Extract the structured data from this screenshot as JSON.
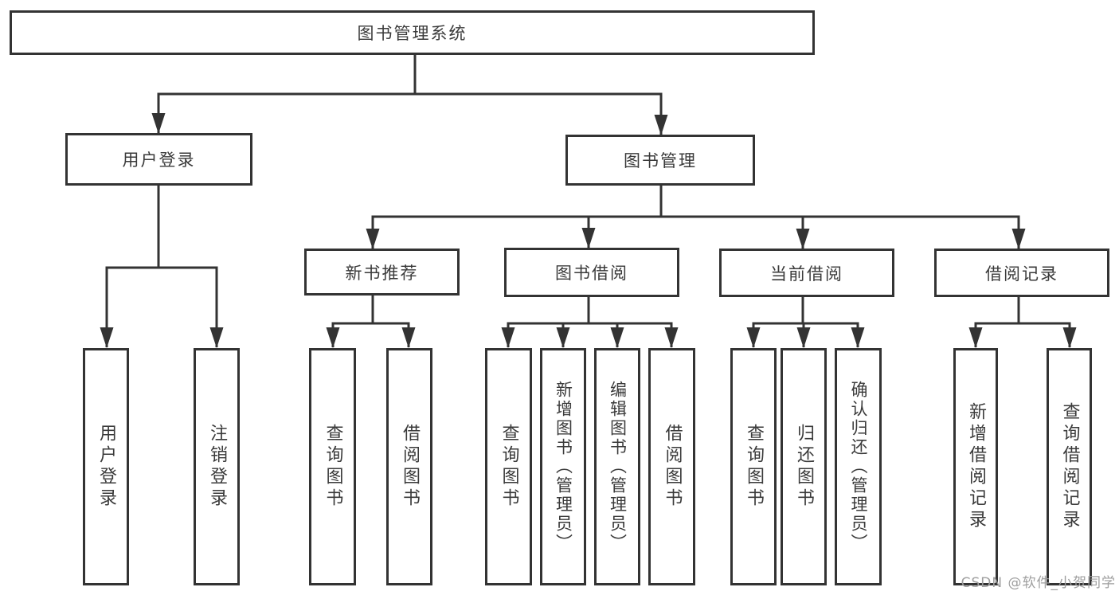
{
  "diagram": {
    "title": "图书管理系统",
    "type": "hierarchy-tree"
  },
  "nodes": {
    "root": {
      "label": "图书管理系统",
      "level": 1
    },
    "user_login": {
      "label": "用户登录",
      "level": 2
    },
    "book_management": {
      "label": "图书管理",
      "level": 2
    },
    "new_book_recommend": {
      "label": "新书推荐",
      "level": 3
    },
    "book_borrowing": {
      "label": "图书借阅",
      "level": 3
    },
    "current_borrowing": {
      "label": "当前借阅",
      "level": 3
    },
    "borrowing_records": {
      "label": "借阅记录",
      "level": 3
    },
    "leaf_user_login": {
      "label": "用户登录",
      "level": 4
    },
    "leaf_logout": {
      "label": "注销登录",
      "level": 4
    },
    "leaf_query_books_recommend": {
      "label": "查询图书",
      "level": 4
    },
    "leaf_borrow_books_recommend": {
      "label": "借阅图书",
      "level": 4
    },
    "leaf_query_books_borrowing": {
      "label": "查询图书",
      "level": 4
    },
    "leaf_add_books_admin": {
      "label": "新增图书（管理员）",
      "level": 4
    },
    "leaf_edit_books_admin": {
      "label": "编辑图书（管理员）",
      "level": 4
    },
    "leaf_borrow_books_borrowing": {
      "label": "借阅图书",
      "level": 4
    },
    "leaf_query_books_current": {
      "label": "查询图书",
      "level": 4
    },
    "leaf_return_books": {
      "label": "归还图书",
      "level": 4
    },
    "leaf_confirm_return_admin": {
      "label": "确认归还（管理员）",
      "level": 4
    },
    "leaf_add_borrow_record": {
      "label": "新增借阅记录",
      "level": 4
    },
    "leaf_query_borrow_record": {
      "label": "查询借阅记录",
      "level": 4
    }
  },
  "edges": [
    {
      "from": "root",
      "to": "user_login"
    },
    {
      "from": "root",
      "to": "book_management"
    },
    {
      "from": "user_login",
      "to": "leaf_user_login"
    },
    {
      "from": "user_login",
      "to": "leaf_logout"
    },
    {
      "from": "book_management",
      "to": "new_book_recommend"
    },
    {
      "from": "book_management",
      "to": "book_borrowing"
    },
    {
      "from": "book_management",
      "to": "current_borrowing"
    },
    {
      "from": "book_management",
      "to": "borrowing_records"
    },
    {
      "from": "new_book_recommend",
      "to": "leaf_query_books_recommend"
    },
    {
      "from": "new_book_recommend",
      "to": "leaf_borrow_books_recommend"
    },
    {
      "from": "book_borrowing",
      "to": "leaf_query_books_borrowing"
    },
    {
      "from": "book_borrowing",
      "to": "leaf_add_books_admin"
    },
    {
      "from": "book_borrowing",
      "to": "leaf_edit_books_admin"
    },
    {
      "from": "book_borrowing",
      "to": "leaf_borrow_books_borrowing"
    },
    {
      "from": "current_borrowing",
      "to": "leaf_query_books_current"
    },
    {
      "from": "current_borrowing",
      "to": "leaf_return_books"
    },
    {
      "from": "current_borrowing",
      "to": "leaf_confirm_return_admin"
    },
    {
      "from": "borrowing_records",
      "to": "leaf_add_borrow_record"
    },
    {
      "from": "borrowing_records",
      "to": "leaf_query_borrow_record"
    }
  ],
  "watermark": {
    "text": "CSDN @软件_小贺同学"
  },
  "colors": {
    "line": "#333333",
    "box_border": "#333333",
    "text": "#3a3a3a",
    "background": "#ffffff",
    "watermark": "#9e9e9e"
  }
}
